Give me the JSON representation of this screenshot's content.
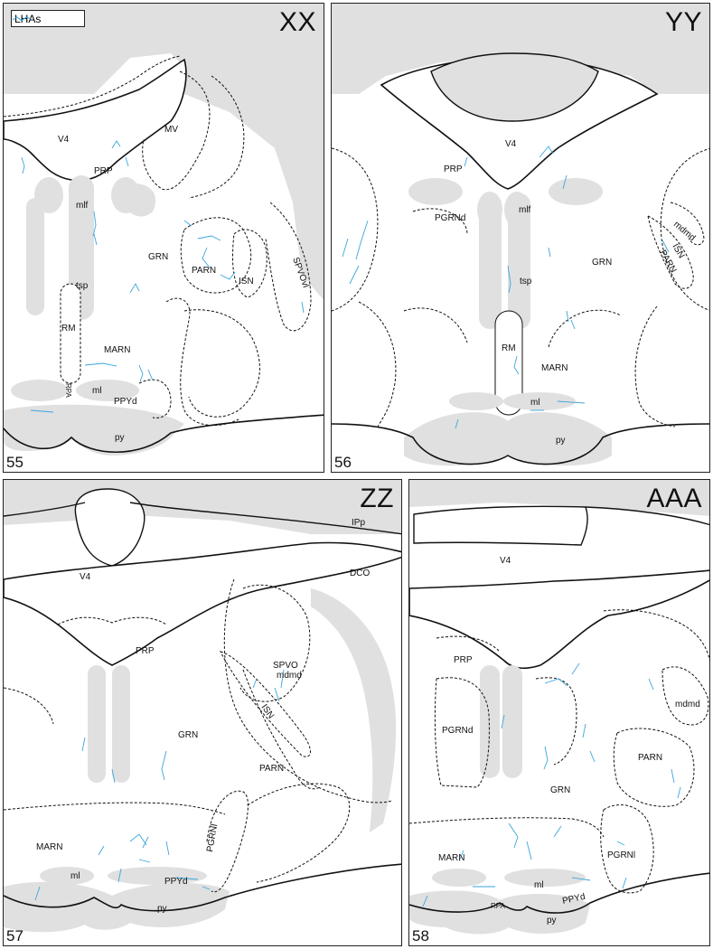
{
  "legend": {
    "label": "LHAs",
    "color": "#3aa6dd"
  },
  "colors": {
    "fiber": "#3aa6dd",
    "tract": "#e0e0e0",
    "boundary": "#222222"
  },
  "panels": [
    {
      "id": "XX",
      "number": "55",
      "labels": {
        "mv": "MV",
        "v4": "V4",
        "prp": "PRP",
        "mlf": "mlf",
        "grn": "GRN",
        "parn": "PARN",
        "isn": "ISN",
        "spvovl": "SPVOvl",
        "tsp": "tsp",
        "rm": "RM",
        "marn": "MARN",
        "ml": "ml",
        "ppyd": "PPYd",
        "py": "py",
        "rpa": "RPA"
      }
    },
    {
      "id": "YY",
      "number": "56",
      "labels": {
        "v4": "V4",
        "prp": "PRP",
        "pgrnd": "PGRNd",
        "mlf": "mlf",
        "grn": "GRN",
        "mdmd": "mdmd",
        "isn": "ISN",
        "parn": "PARN",
        "tsp": "tsp",
        "rm": "RM",
        "marn": "MARN",
        "ml": "ml",
        "py": "py"
      }
    },
    {
      "id": "ZZ",
      "number": "57",
      "labels": {
        "ipp": "IPp",
        "v4": "V4",
        "dco": "DCO",
        "prp": "PRP",
        "spvo": "SPVO",
        "mdmd": "mdmd",
        "isn": "ISN",
        "grn": "GRN",
        "parn": "PARN",
        "pgrnl": "PGRNl",
        "marn": "MARN",
        "ml": "ml",
        "ppyd": "PPYd",
        "py": "py"
      }
    },
    {
      "id": "AAA",
      "number": "58",
      "labels": {
        "v4": "V4",
        "prp": "PRP",
        "pgrnd": "PGRNd",
        "mdmd": "mdmd",
        "parn": "PARN",
        "grn": "GRN",
        "marn": "MARN",
        "pgrnl": "PGRNl",
        "ml": "ml",
        "ppyd": "PPYd",
        "rpa": "RPA",
        "py": "py"
      }
    }
  ]
}
